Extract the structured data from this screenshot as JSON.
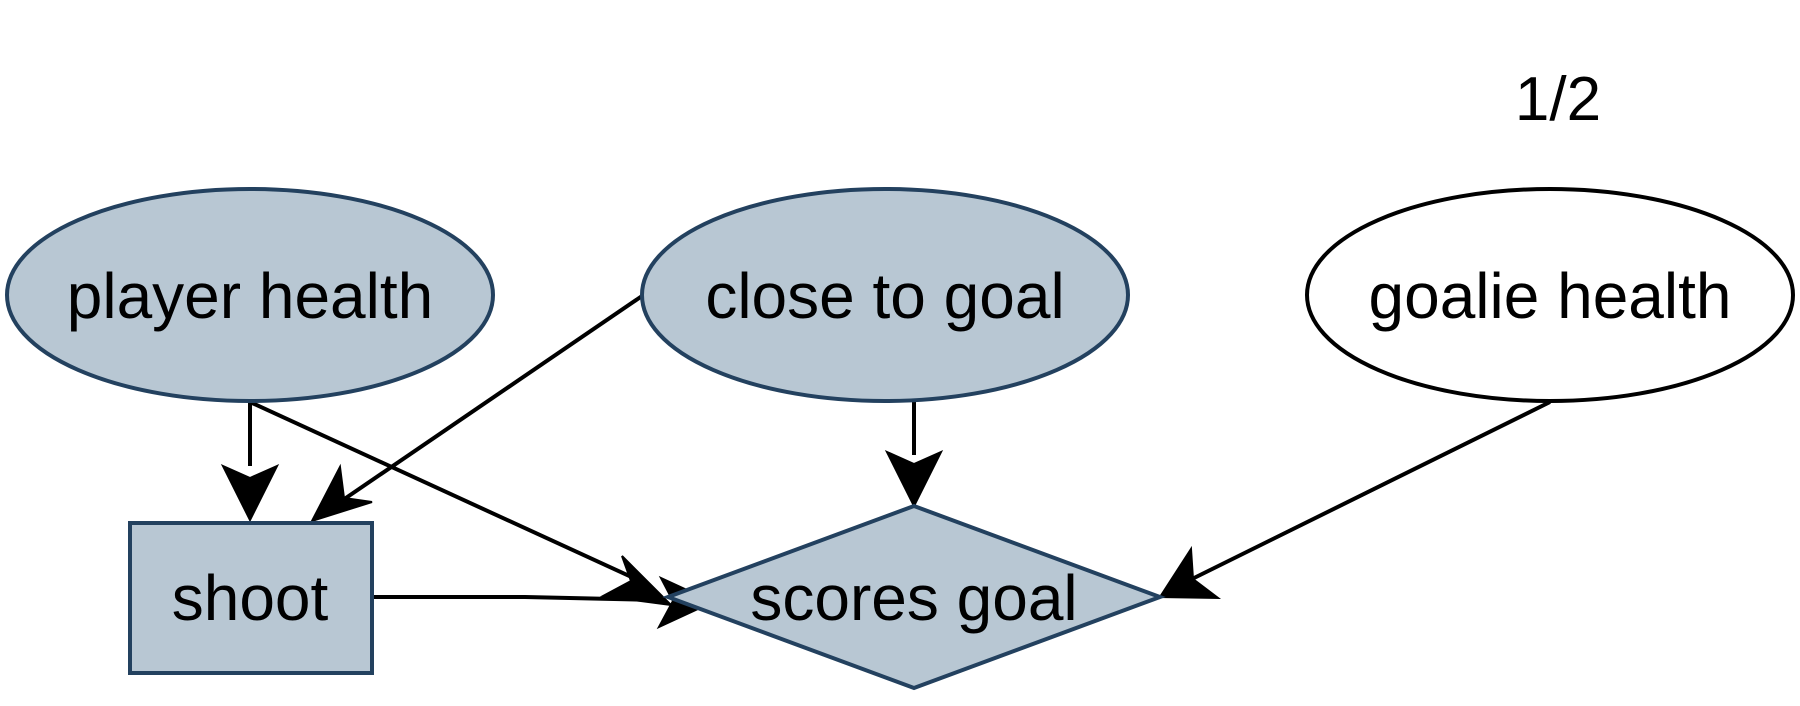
{
  "page_indicator": "1/2",
  "colors": {
    "observed_fill": "#b8c7d3",
    "observed_stroke": "#23415f",
    "unobserved_fill": "#ffffff",
    "unobserved_stroke": "#000000",
    "edge": "#000000"
  },
  "nodes": {
    "player_health": {
      "label": "player health",
      "shape": "ellipse",
      "observed": true
    },
    "close_to_goal": {
      "label": "close to goal",
      "shape": "ellipse",
      "observed": true
    },
    "goalie_health": {
      "label": "goalie health",
      "shape": "ellipse",
      "observed": false
    },
    "shoot": {
      "label": "shoot",
      "shape": "rectangle",
      "observed": true
    },
    "scores_goal": {
      "label": "scores goal",
      "shape": "diamond",
      "observed": true
    }
  },
  "edges": [
    {
      "from": "player health",
      "to": "shoot"
    },
    {
      "from": "player health",
      "to": "scores goal"
    },
    {
      "from": "close to goal",
      "to": "shoot"
    },
    {
      "from": "close to goal",
      "to": "scores goal"
    },
    {
      "from": "goalie health",
      "to": "scores goal"
    },
    {
      "from": "shoot",
      "to": "scores goal"
    }
  ]
}
